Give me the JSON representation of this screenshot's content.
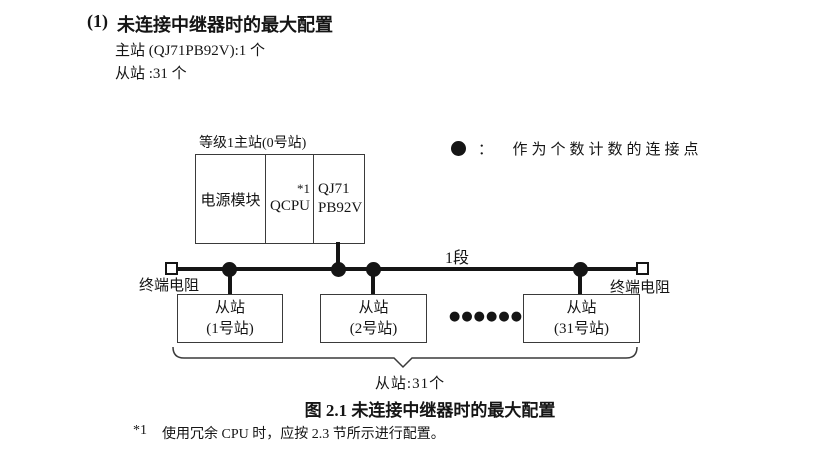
{
  "section": {
    "heading_number": "(1)",
    "heading_text": "未连接中继器时的最大配置",
    "master_spec": "主站 (QJ71PB92V):1 个",
    "slave_spec": "从站 :31 个"
  },
  "diagram": {
    "master_label": "等级1主站(0号站)",
    "modules": {
      "power": "电源模块",
      "cpu": "QCPU",
      "cpu_note": "*1",
      "network": "QJ71\nPB92V"
    },
    "legend_text": "：  作为个数计数的连接点",
    "segment_label": "1段",
    "terminator_left": "终端电阻",
    "terminator_right": "终端电阻",
    "slaves": [
      {
        "label": "从站\n(1号站)"
      },
      {
        "label": "从站\n(2号站)"
      },
      {
        "label": "从站\n(31号站)"
      }
    ],
    "ellipsis": "●●●●●●",
    "brace_label": "从站:31个"
  },
  "caption": "图 2.1 未连接中继器时的最大配置",
  "footnote": {
    "marker": "*1",
    "text": "使用冗余 CPU 时，应按 2.3 节所示进行配置。"
  }
}
